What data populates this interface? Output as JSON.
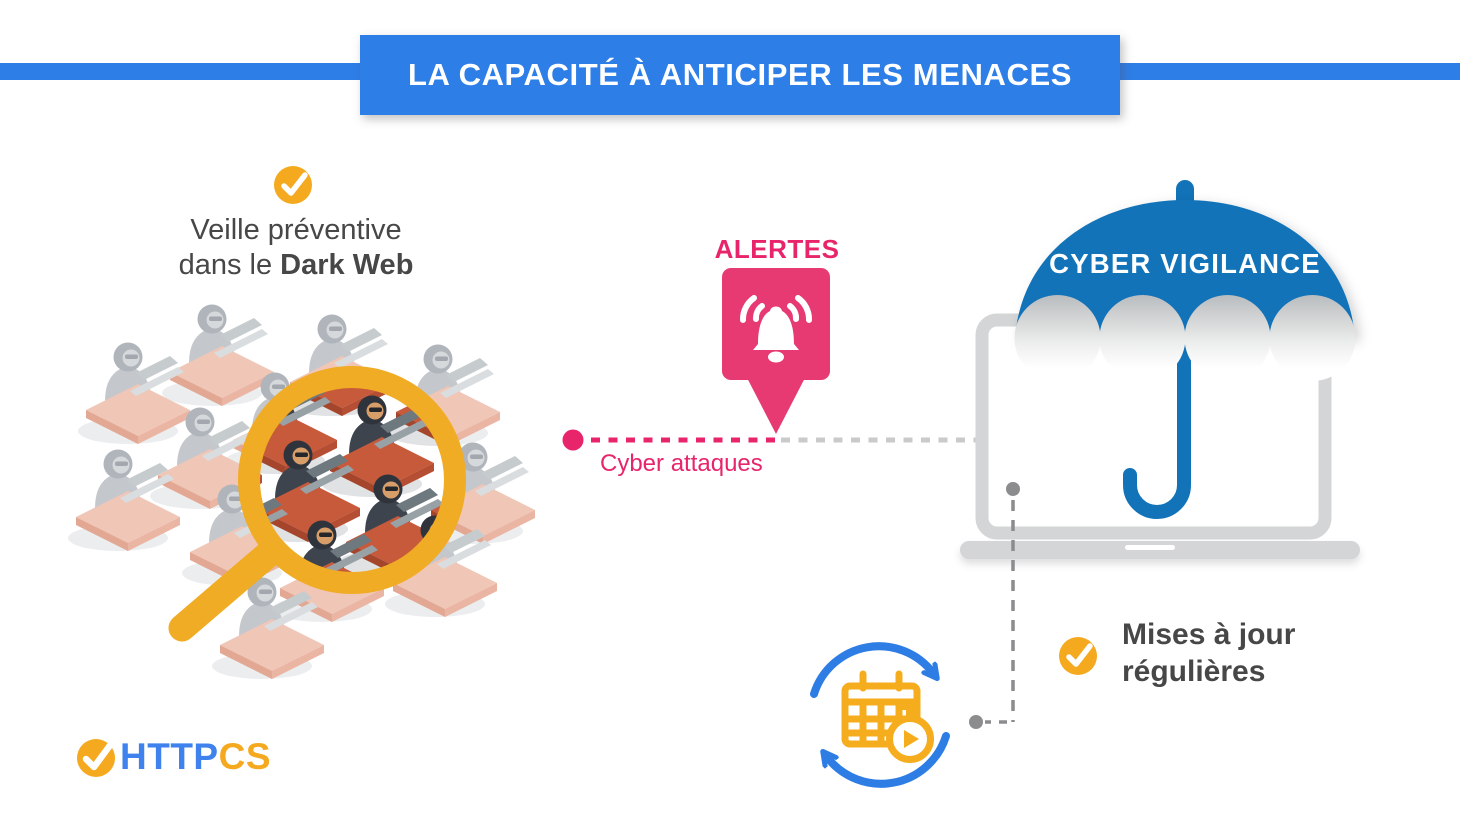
{
  "banner": {
    "title": "LA CAPACITÉ À ANTICIPER LES MENACES"
  },
  "dark_web": {
    "line1": "Veille préventive",
    "line2_prefix": "dans le ",
    "line2_bold": "Dark Web"
  },
  "alerts": {
    "title": "ALERTES",
    "line_label": "Cyber attaques"
  },
  "vigilance": {
    "umbrella_text": "CYBER VIGILANCE"
  },
  "updates": {
    "line1": "Mises à jour",
    "line2": "régulières"
  },
  "logo": {
    "prefix": "HTTP",
    "suffix": "CS"
  },
  "icons": {
    "check_badge": "check-circle",
    "alert_pin": "alert-bell-pin",
    "magnifier": "magnifying-glass",
    "umbrella": "umbrella",
    "laptop": "laptop",
    "refresh": "refresh-arrows",
    "calendar": "calendar-stopwatch"
  },
  "colors": {
    "banner_blue": "#2E7EE8",
    "umbrella_blue": "#1273B9",
    "accent_orange": "#F4A91F",
    "alert_pink": "#E8246B",
    "text_dark": "#474747",
    "laptop_gray": "#D3D5D6",
    "connector_gray": "#8A8C8E"
  }
}
